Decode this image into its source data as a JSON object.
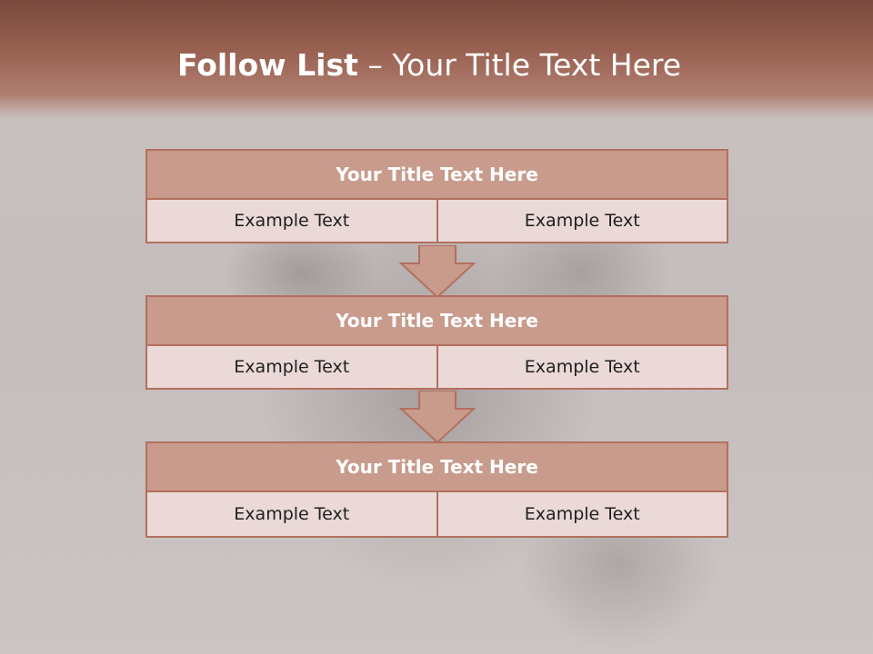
{
  "header": {
    "title_bold": "Follow List",
    "title_rest": " – Your Title Text Here"
  },
  "steps": [
    {
      "title": "Your Title Text Here",
      "left": "Example Text",
      "right": "Example Text"
    },
    {
      "title": "Your Title Text Here",
      "left": "Example Text",
      "right": "Example Text"
    },
    {
      "title": "Your Title Text Here",
      "left": "Example Text",
      "right": "Example Text"
    }
  ],
  "colors": {
    "accent": "#c89b8c",
    "border": "#b3705e",
    "cell": "#ead9d7",
    "header": "#8a5546"
  }
}
